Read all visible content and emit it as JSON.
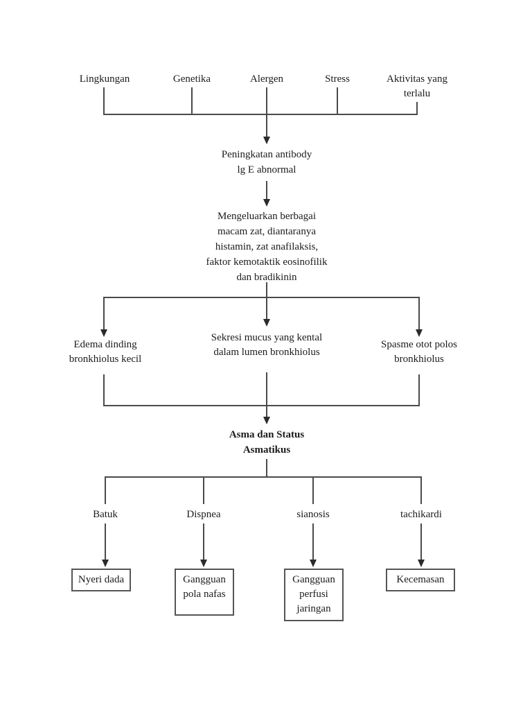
{
  "page": {
    "background": "#ffffff",
    "line_color": "#4a4a4a",
    "text_color": "#1b1b1b"
  },
  "flowchart": {
    "causes": {
      "lingkungan": "Lingkungan",
      "genetika": "Genetika",
      "alergen": "Alergen",
      "stress": "Stress",
      "aktivitas": "Aktivitas yang\nterlalu"
    },
    "antibody": "Peningkatan antibody\nlg E abnormal",
    "mediators": "Mengeluarkan berbagai\nmacam zat, diantaranya\nhistamin, zat anafilaksis,\nfaktor kemotaktik eosinofilik\ndan bradikinin",
    "effects": {
      "edema": "Edema dinding\nbronkhiolus kecil",
      "sekresi": "Sekresi mucus yang kental\ndalam lumen bronkhiolus",
      "spasme": "Spasme otot polos\nbronkhiolus"
    },
    "diagnosis": "Asma dan Status\nAsmatikus",
    "symptoms": {
      "batuk": "Batuk",
      "dispnea": "Dispnea",
      "sianosis": "sianosis",
      "tachikardi": "tachikardi"
    },
    "problems": {
      "nyeri_dada": "Nyeri dada",
      "pola_nafas": "Gangguan\npola nafas",
      "perfusi": "Gangguan\nperfusi\njaringan",
      "kecemasan": "Kecemasan"
    }
  }
}
